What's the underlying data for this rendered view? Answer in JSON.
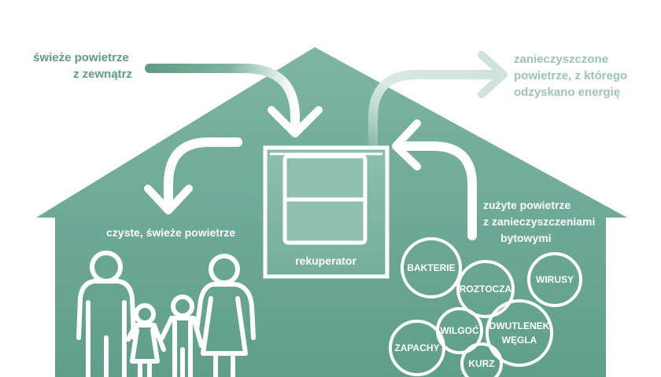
{
  "labels": {
    "fresh_outside": [
      "świeże powietrze",
      "z zewnątrz"
    ],
    "polluted_out": [
      "zanieczyszczone",
      "powietrze, z którego",
      "odzyskano energię"
    ],
    "clean_fresh": "czyste, świeże powietrze",
    "used_air": [
      "zużyte powietrze",
      "z zanieczyszczeniami",
      "bytowymi"
    ],
    "device": "rekuperator"
  },
  "pollutants": [
    {
      "key": "bakterie",
      "lines": [
        "BAKTERIE"
      ]
    },
    {
      "key": "roztocza",
      "lines": [
        "ROZTOCZA"
      ]
    },
    {
      "key": "wirusy",
      "lines": [
        "WIRUSY"
      ]
    },
    {
      "key": "wilgoc",
      "lines": [
        "WILGOĆ"
      ]
    },
    {
      "key": "dwutlenek",
      "lines": [
        "DWUTLENEK",
        "WĘGLA"
      ]
    },
    {
      "key": "zapachy",
      "lines": [
        "ZAPACHY"
      ]
    },
    {
      "key": "kurz",
      "lines": [
        "KURZ"
      ]
    }
  ],
  "colors": {
    "house": "#6aa995",
    "label_dark": "#5f9c86",
    "label_light": "#9cc3b4",
    "white": "#ffffff"
  }
}
